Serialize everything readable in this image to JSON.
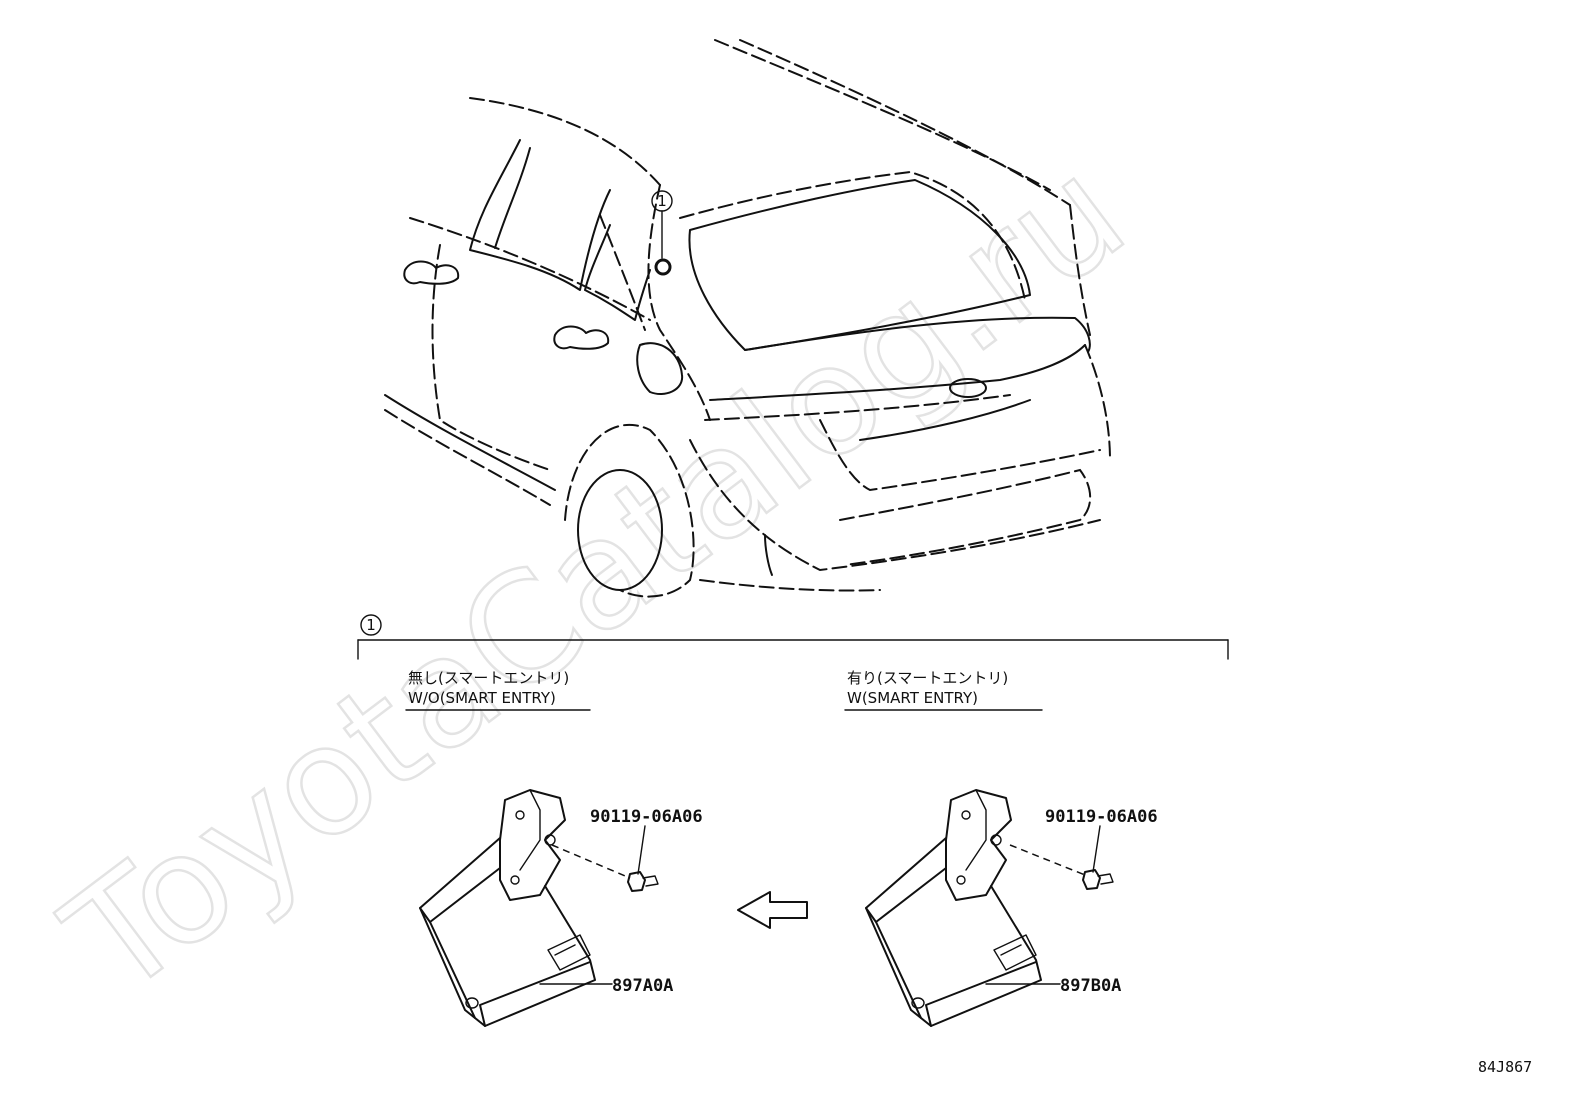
{
  "watermark": "ToyotaCatalog.ru",
  "callout_number": "1",
  "drawing_number": "84J867",
  "variants": [
    {
      "condition_jp": "無し(スマートエントリ)",
      "condition_en": "W/O(SMART ENTRY)",
      "bolt_part_number": "90119-06A06",
      "module_part_number": "897A0A"
    },
    {
      "condition_jp": "有り(スマートエントリ)",
      "condition_en": "W(SMART ENTRY)",
      "bolt_part_number": "90119-06A06",
      "module_part_number": "897B0A"
    }
  ]
}
